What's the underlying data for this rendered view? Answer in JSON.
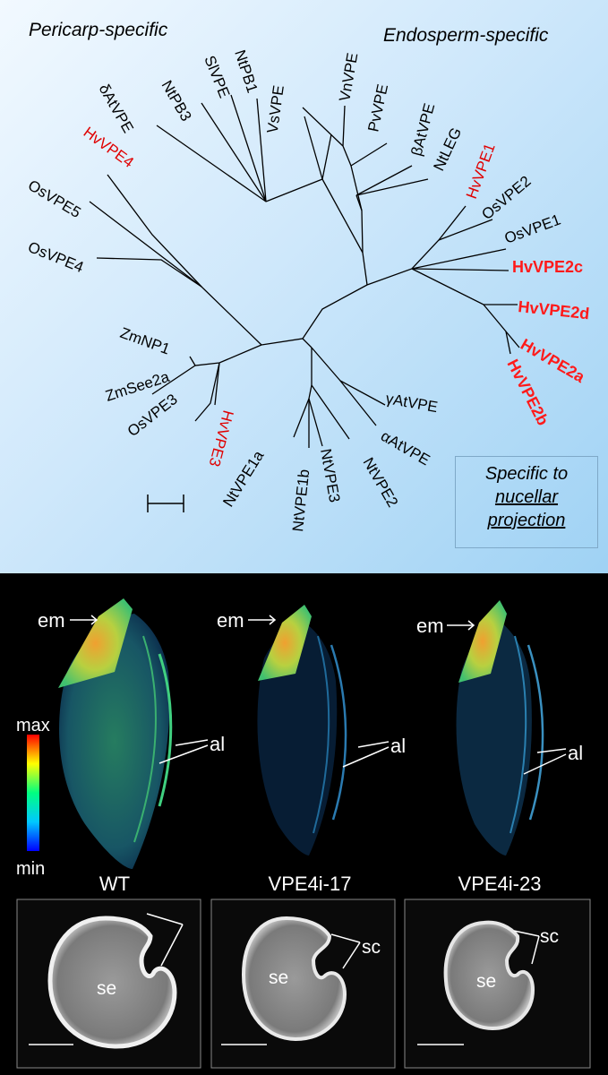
{
  "headers": {
    "pericarp": "Pericarp-specific",
    "endosperm": "Endosperm-specific",
    "nucellar": [
      "Specific to",
      "nucellar",
      "projection"
    ]
  },
  "tree_labels": {
    "dAtVPE": "δAtVPE",
    "NtPB3": "NtPB3",
    "SlVPE": "SlVPE",
    "NtPB1": "NtPB1",
    "VsVPE": "VsVPE",
    "VnVPE": "VnVPE",
    "PvVPE": "PvVPE",
    "bAtVPE": "βAtVPE",
    "NtLEG": "NtLEG",
    "HvVPE1": "HvVPE1",
    "OsVPE2": "OsVPE2",
    "OsVPE1": "OsVPE1",
    "HvVPE2c": "HvVPE2c",
    "HvVPE2d": "HvVPE2d",
    "HvVPE2a": "HvVPE2a",
    "HvVPE2b": "HvVPE2b",
    "HvVPE4": "HvVPE4",
    "OsVPE5": "OsVPE5",
    "OsVPE4": "OsVPE4",
    "ZmNP1": "ZmNP1",
    "ZmSee2a": "ZmSee2a",
    "OsVPE3": "OsVPE3",
    "HvVPE3": "HvVPE3",
    "NtVPE1a": "NtVPE1a",
    "NtVPE1b": "NtVPE1b",
    "NtVPE3": "NtVPE3",
    "NtVPE2": "NtVPE2",
    "aAtVPE": "αAtVPE",
    "gAtVPE": "γAtVPE"
  },
  "colors": {
    "highlight_red": "#e00000",
    "highlight_bold_red": "#ff1a1a",
    "panel_blue": "#9fd2f4"
  },
  "colorbar": {
    "max": "max",
    "min": "min"
  },
  "grains": {
    "labels": [
      "WT",
      "VPE4i-17",
      "VPE4i-23"
    ],
    "em": "em",
    "al": "al",
    "se": "se",
    "sc": "sc"
  }
}
